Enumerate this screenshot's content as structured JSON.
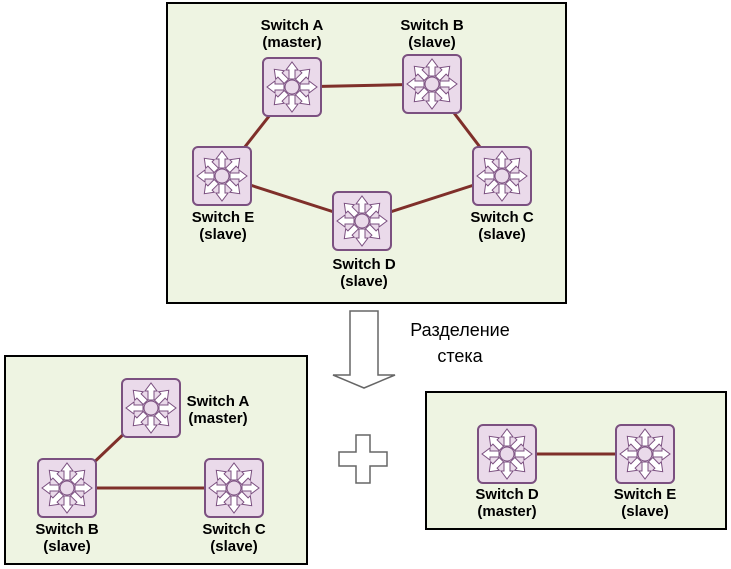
{
  "colors": {
    "panel_fill": "#eef4e2",
    "link": "#7f2f2a",
    "switch_fill": "#eadaea",
    "switch_border": "#7b5080"
  },
  "top": {
    "switches": [
      {
        "name": "Switch A",
        "role": "(master)"
      },
      {
        "name": "Switch B",
        "role": "(slave)"
      },
      {
        "name": "Switch C",
        "role": "(slave)"
      },
      {
        "name": "Switch D",
        "role": "(slave)"
      },
      {
        "name": "Switch E",
        "role": "(slave)"
      }
    ]
  },
  "split_label": [
    "Разделение",
    "стека"
  ],
  "left": {
    "switches": [
      {
        "name": "Switch A",
        "role": "(master)"
      },
      {
        "name": "Switch B",
        "role": "(slave)"
      },
      {
        "name": "Switch C",
        "role": "(slave)"
      }
    ]
  },
  "right": {
    "switches": [
      {
        "name": "Switch D",
        "role": "(master)"
      },
      {
        "name": "Switch E",
        "role": "(slave)"
      }
    ]
  }
}
